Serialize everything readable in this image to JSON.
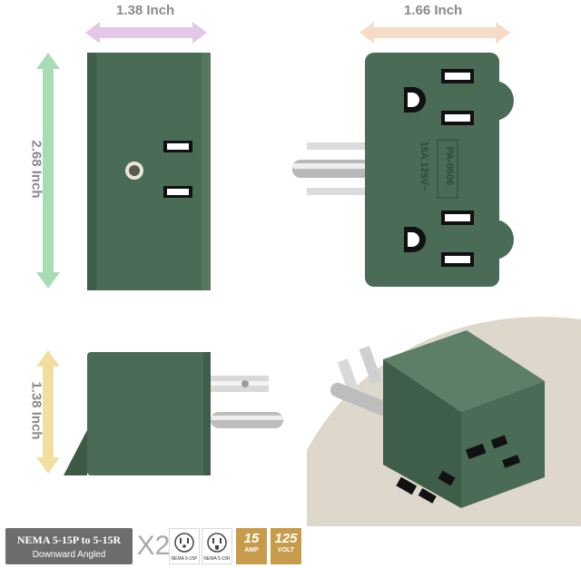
{
  "dimensions": {
    "front_width": "1.38 Inch",
    "side_width": "1.66 Inch",
    "front_height": "2.68 Inch",
    "bottom_height": "1.38 Inch"
  },
  "product_marking": {
    "model": "PA-0606",
    "rating": "15A 125V~"
  },
  "footer": {
    "nema_title": "NEMA 5-15P to 5-15R",
    "nema_subtitle": "Downward Angled",
    "quantity": "X2",
    "plug_caption": "NEMA 5-15P",
    "receptacle_caption": "NEMA 5-15R",
    "amp_value": "15",
    "amp_unit": "AMP",
    "volt_value": "125",
    "volt_unit": "VOLT"
  },
  "colors": {
    "product_green": "#4a6b55",
    "arrow_purple": "#e2c8e6",
    "arrow_peach": "#f6dcc6",
    "arrow_green": "#a9dcb4",
    "arrow_yellow": "#f1dfa0",
    "accent_gold": "#c79b4a",
    "backdrop_beige": "#ddd8cb"
  }
}
